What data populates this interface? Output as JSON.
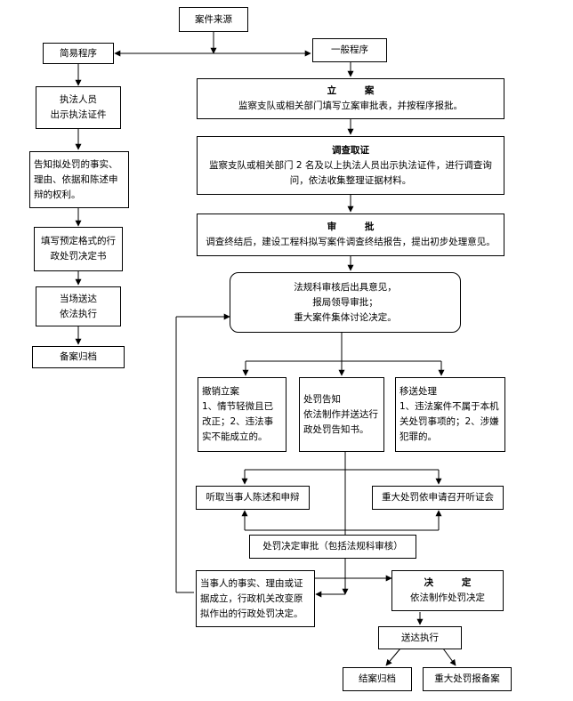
{
  "nodes": {
    "source": "案件来源",
    "simple": "简易程序",
    "general": "一般程序",
    "show_id": [
      "执法人员",
      "出示执法证件"
    ],
    "inform": "告知拟处罚的事实、理由、依据和陈述申辩的权利。",
    "fill_form": "填写预定格式的行政处罚决定书",
    "deliver": [
      "当场送达",
      "依法执行"
    ],
    "archive": "备案归档",
    "filing": {
      "title": "立 案",
      "text": "监察支队或相关部门填写立案审批表，并按程序报批。"
    },
    "investigate": {
      "title": "调查取证",
      "text": "监察支队或相关部门 2 名及以上执法人员出示执法证件，进行调查询问，依法收集整理证据材料。"
    },
    "approve": {
      "title": "审 批",
      "text": "调查终结后，建设工程科拟写案件调查终结报告，提出初步处理意见。"
    },
    "legal_review": [
      "法规科审核后出具意见，",
      "报局领导审批；",
      "重大案件集体讨论决定。"
    ],
    "revoke": {
      "title": "撤销立案",
      "text": "1、情节轻微且已改正；2、违法事实不能成立的。"
    },
    "notice": {
      "title": "处罚告知",
      "text": "依法制作并送达行政处罚告知书。"
    },
    "transfer": {
      "title": "移送处理",
      "text": "1、违法案件不属于本机关处罚事项的；2、涉嫌犯罪的。"
    },
    "hear_defense": "听取当事人陈述和申辩",
    "hearing": "重大处罚依申请召开听证会",
    "decision_approve": "处罚决定审批（包括法规科审核）",
    "change": "当事人的事实、理由或证据成立，行政机关改变原拟作出的行政处罚决定。",
    "decide": {
      "title": "决 定",
      "text": "依法制作处罚决定"
    },
    "execute": "送达执行",
    "close_archive": "结案归档",
    "major_record": "重大处罚报备案"
  }
}
